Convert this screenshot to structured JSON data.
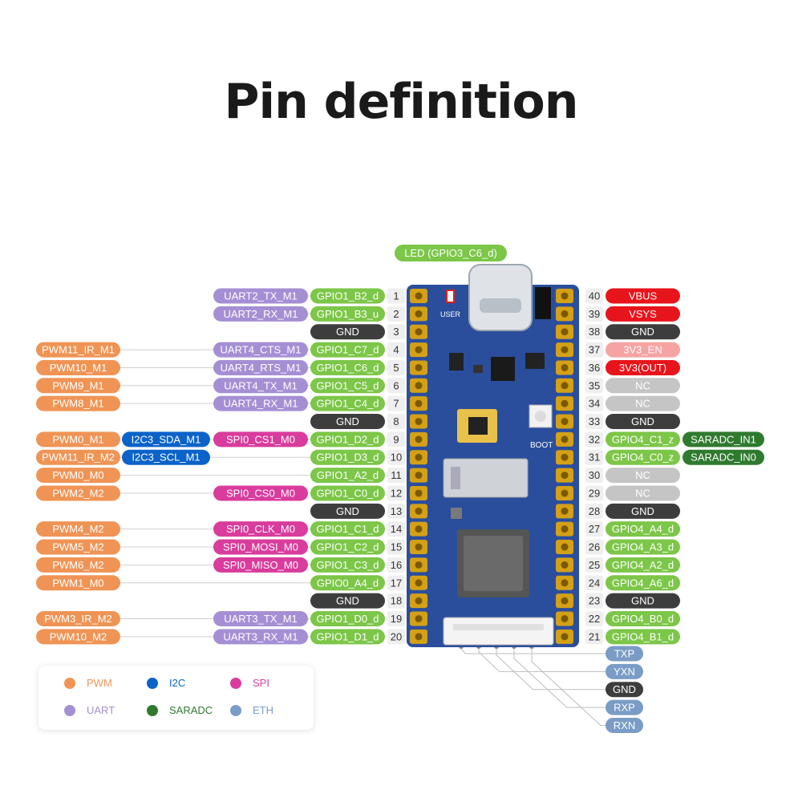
{
  "title": "Pin definition",
  "colors": {
    "PWM": "#ef9455",
    "I2C": "#0b63c9",
    "SPI": "#d93c9c",
    "UART": "#a58fd4",
    "SARADC": "#2f7a2f",
    "ETH": "#7a9cc6",
    "GPIO": "#7cc648",
    "GND": "#3d3d3d",
    "POWER": "#e8141b",
    "EN": "#f5a3a3",
    "NC": "#c5c5c5",
    "pin_num_bg": "#efefef",
    "board": "#2a4e9c"
  },
  "led_label": "LED (GPIO3_C6_d)",
  "board_labels": {
    "user": "USER",
    "boot": "BOOT"
  },
  "left_pins": [
    {
      "num": "1",
      "gpio": "GPIO1_B2_d",
      "labels": [
        {
          "text": "UART2_TX_M1",
          "type": "UART"
        }
      ]
    },
    {
      "num": "2",
      "gpio": "GPIO1_B3_u",
      "labels": [
        {
          "text": "UART2_RX_M1",
          "type": "UART"
        }
      ]
    },
    {
      "num": "3",
      "gpio": "GND",
      "labels": []
    },
    {
      "num": "4",
      "gpio": "GPIO1_C7_d",
      "labels": [
        {
          "text": "UART4_CTS_M1",
          "type": "UART"
        },
        {
          "text": "PWM11_IR_M1",
          "type": "PWM"
        }
      ]
    },
    {
      "num": "5",
      "gpio": "GPIO1_C6_d",
      "labels": [
        {
          "text": "UART4_RTS_M1",
          "type": "UART"
        },
        {
          "text": "PWM10_M1",
          "type": "PWM"
        }
      ]
    },
    {
      "num": "6",
      "gpio": "GPIO1_C5_d",
      "labels": [
        {
          "text": "UART4_TX_M1",
          "type": "UART"
        },
        {
          "text": "PWM9_M1",
          "type": "PWM"
        }
      ]
    },
    {
      "num": "7",
      "gpio": "GPIO1_C4_d",
      "labels": [
        {
          "text": "UART4_RX_M1",
          "type": "UART"
        },
        {
          "text": "PWM8_M1",
          "type": "PWM"
        }
      ]
    },
    {
      "num": "8",
      "gpio": "GND",
      "labels": []
    },
    {
      "num": "9",
      "gpio": "GPIO1_D2_d",
      "labels": [
        {
          "text": "SPI0_CS1_M0",
          "type": "SPI"
        },
        {
          "text": "I2C3_SDA_M1",
          "type": "I2C"
        },
        {
          "text": "PWM0_M1",
          "type": "PWM"
        }
      ]
    },
    {
      "num": "10",
      "gpio": "GPIO1_D3_d",
      "labels": [
        {
          "text": "I2C3_SCL_M1",
          "type": "I2C"
        },
        {
          "text": "PWM11_IR_M2",
          "type": "PWM"
        }
      ]
    },
    {
      "num": "11",
      "gpio": "GPIO1_A2_d",
      "labels": [
        {
          "text": "PWM0_M0",
          "type": "PWM"
        }
      ]
    },
    {
      "num": "12",
      "gpio": "GPIO1_C0_d",
      "labels": [
        {
          "text": "SPI0_CS0_M0",
          "type": "SPI"
        },
        {
          "text": "PWM2_M2",
          "type": "PWM"
        }
      ]
    },
    {
      "num": "13",
      "gpio": "GND",
      "labels": []
    },
    {
      "num": "14",
      "gpio": "GPIO1_C1_d",
      "labels": [
        {
          "text": "SPI0_CLK_M0",
          "type": "SPI"
        },
        {
          "text": "PWM4_M2",
          "type": "PWM"
        }
      ]
    },
    {
      "num": "15",
      "gpio": "GPIO1_C2_d",
      "labels": [
        {
          "text": "SPI0_MOSI_M0",
          "type": "SPI"
        },
        {
          "text": "PWM5_M2",
          "type": "PWM"
        }
      ]
    },
    {
      "num": "16",
      "gpio": "GPIO1_C3_d",
      "labels": [
        {
          "text": "SPI0_MISO_M0",
          "type": "SPI"
        },
        {
          "text": "PWM6_M2",
          "type": "PWM"
        }
      ]
    },
    {
      "num": "17",
      "gpio": "GPIO0_A4_d",
      "labels": [
        {
          "text": "PWM1_M0",
          "type": "PWM"
        }
      ]
    },
    {
      "num": "18",
      "gpio": "GND",
      "labels": []
    },
    {
      "num": "19",
      "gpio": "GPIO1_D0_d",
      "labels": [
        {
          "text": "UART3_TX_M1",
          "type": "UART"
        },
        {
          "text": "PWM3_IR_M2",
          "type": "PWM"
        }
      ]
    },
    {
      "num": "20",
      "gpio": "GPIO1_D1_d",
      "labels": [
        {
          "text": "UART3_RX_M1",
          "type": "UART"
        },
        {
          "text": "PWM10_M2",
          "type": "PWM"
        }
      ]
    }
  ],
  "right_pins": [
    {
      "num": "40",
      "label": "VBUS",
      "type": "POWER",
      "extra": []
    },
    {
      "num": "39",
      "label": "VSYS",
      "type": "POWER",
      "extra": []
    },
    {
      "num": "38",
      "label": "GND",
      "type": "GND",
      "extra": []
    },
    {
      "num": "37",
      "label": "3V3_EN",
      "type": "EN",
      "extra": []
    },
    {
      "num": "36",
      "label": "3V3(OUT)",
      "type": "POWER",
      "extra": []
    },
    {
      "num": "35",
      "label": "NC",
      "type": "NC",
      "extra": []
    },
    {
      "num": "34",
      "label": "NC",
      "type": "NC",
      "extra": []
    },
    {
      "num": "33",
      "label": "GND",
      "type": "GND",
      "extra": []
    },
    {
      "num": "32",
      "label": "GPIO4_C1_z",
      "type": "GPIO",
      "extra": [
        {
          "text": "SARADC_IN1",
          "type": "SARADC"
        }
      ]
    },
    {
      "num": "31",
      "label": "GPIO4_C0_z",
      "type": "GPIO",
      "extra": [
        {
          "text": "SARADC_IN0",
          "type": "SARADC"
        }
      ]
    },
    {
      "num": "30",
      "label": "NC",
      "type": "NC",
      "extra": []
    },
    {
      "num": "29",
      "label": "NC",
      "type": "NC",
      "extra": []
    },
    {
      "num": "28",
      "label": "GND",
      "type": "GND",
      "extra": []
    },
    {
      "num": "27",
      "label": "GPIO4_A4_d",
      "type": "GPIO",
      "extra": []
    },
    {
      "num": "26",
      "label": "GPIO4_A3_d",
      "type": "GPIO",
      "extra": []
    },
    {
      "num": "25",
      "label": "GPIO4_A2_d",
      "type": "GPIO",
      "extra": []
    },
    {
      "num": "24",
      "label": "GPIO4_A6_d",
      "type": "GPIO",
      "extra": []
    },
    {
      "num": "23",
      "label": "GND",
      "type": "GND",
      "extra": []
    },
    {
      "num": "22",
      "label": "GPIO4_B0_d",
      "type": "GPIO",
      "extra": []
    },
    {
      "num": "21",
      "label": "GPIO4_B1_d",
      "type": "GPIO",
      "extra": []
    }
  ],
  "eth_pins": [
    {
      "label": "TXP",
      "type": "ETH"
    },
    {
      "label": "YXN",
      "type": "ETH"
    },
    {
      "label": "GND",
      "type": "GND"
    },
    {
      "label": "RXP",
      "type": "ETH"
    },
    {
      "label": "RXN",
      "type": "ETH"
    }
  ],
  "legend": [
    {
      "label": "PWM",
      "type": "PWM"
    },
    {
      "label": "I2C",
      "type": "I2C"
    },
    {
      "label": "SPI",
      "type": "SPI"
    },
    {
      "label": "UART",
      "type": "UART"
    },
    {
      "label": "SARADC",
      "type": "SARADC"
    },
    {
      "label": "ETH",
      "type": "ETH"
    }
  ]
}
